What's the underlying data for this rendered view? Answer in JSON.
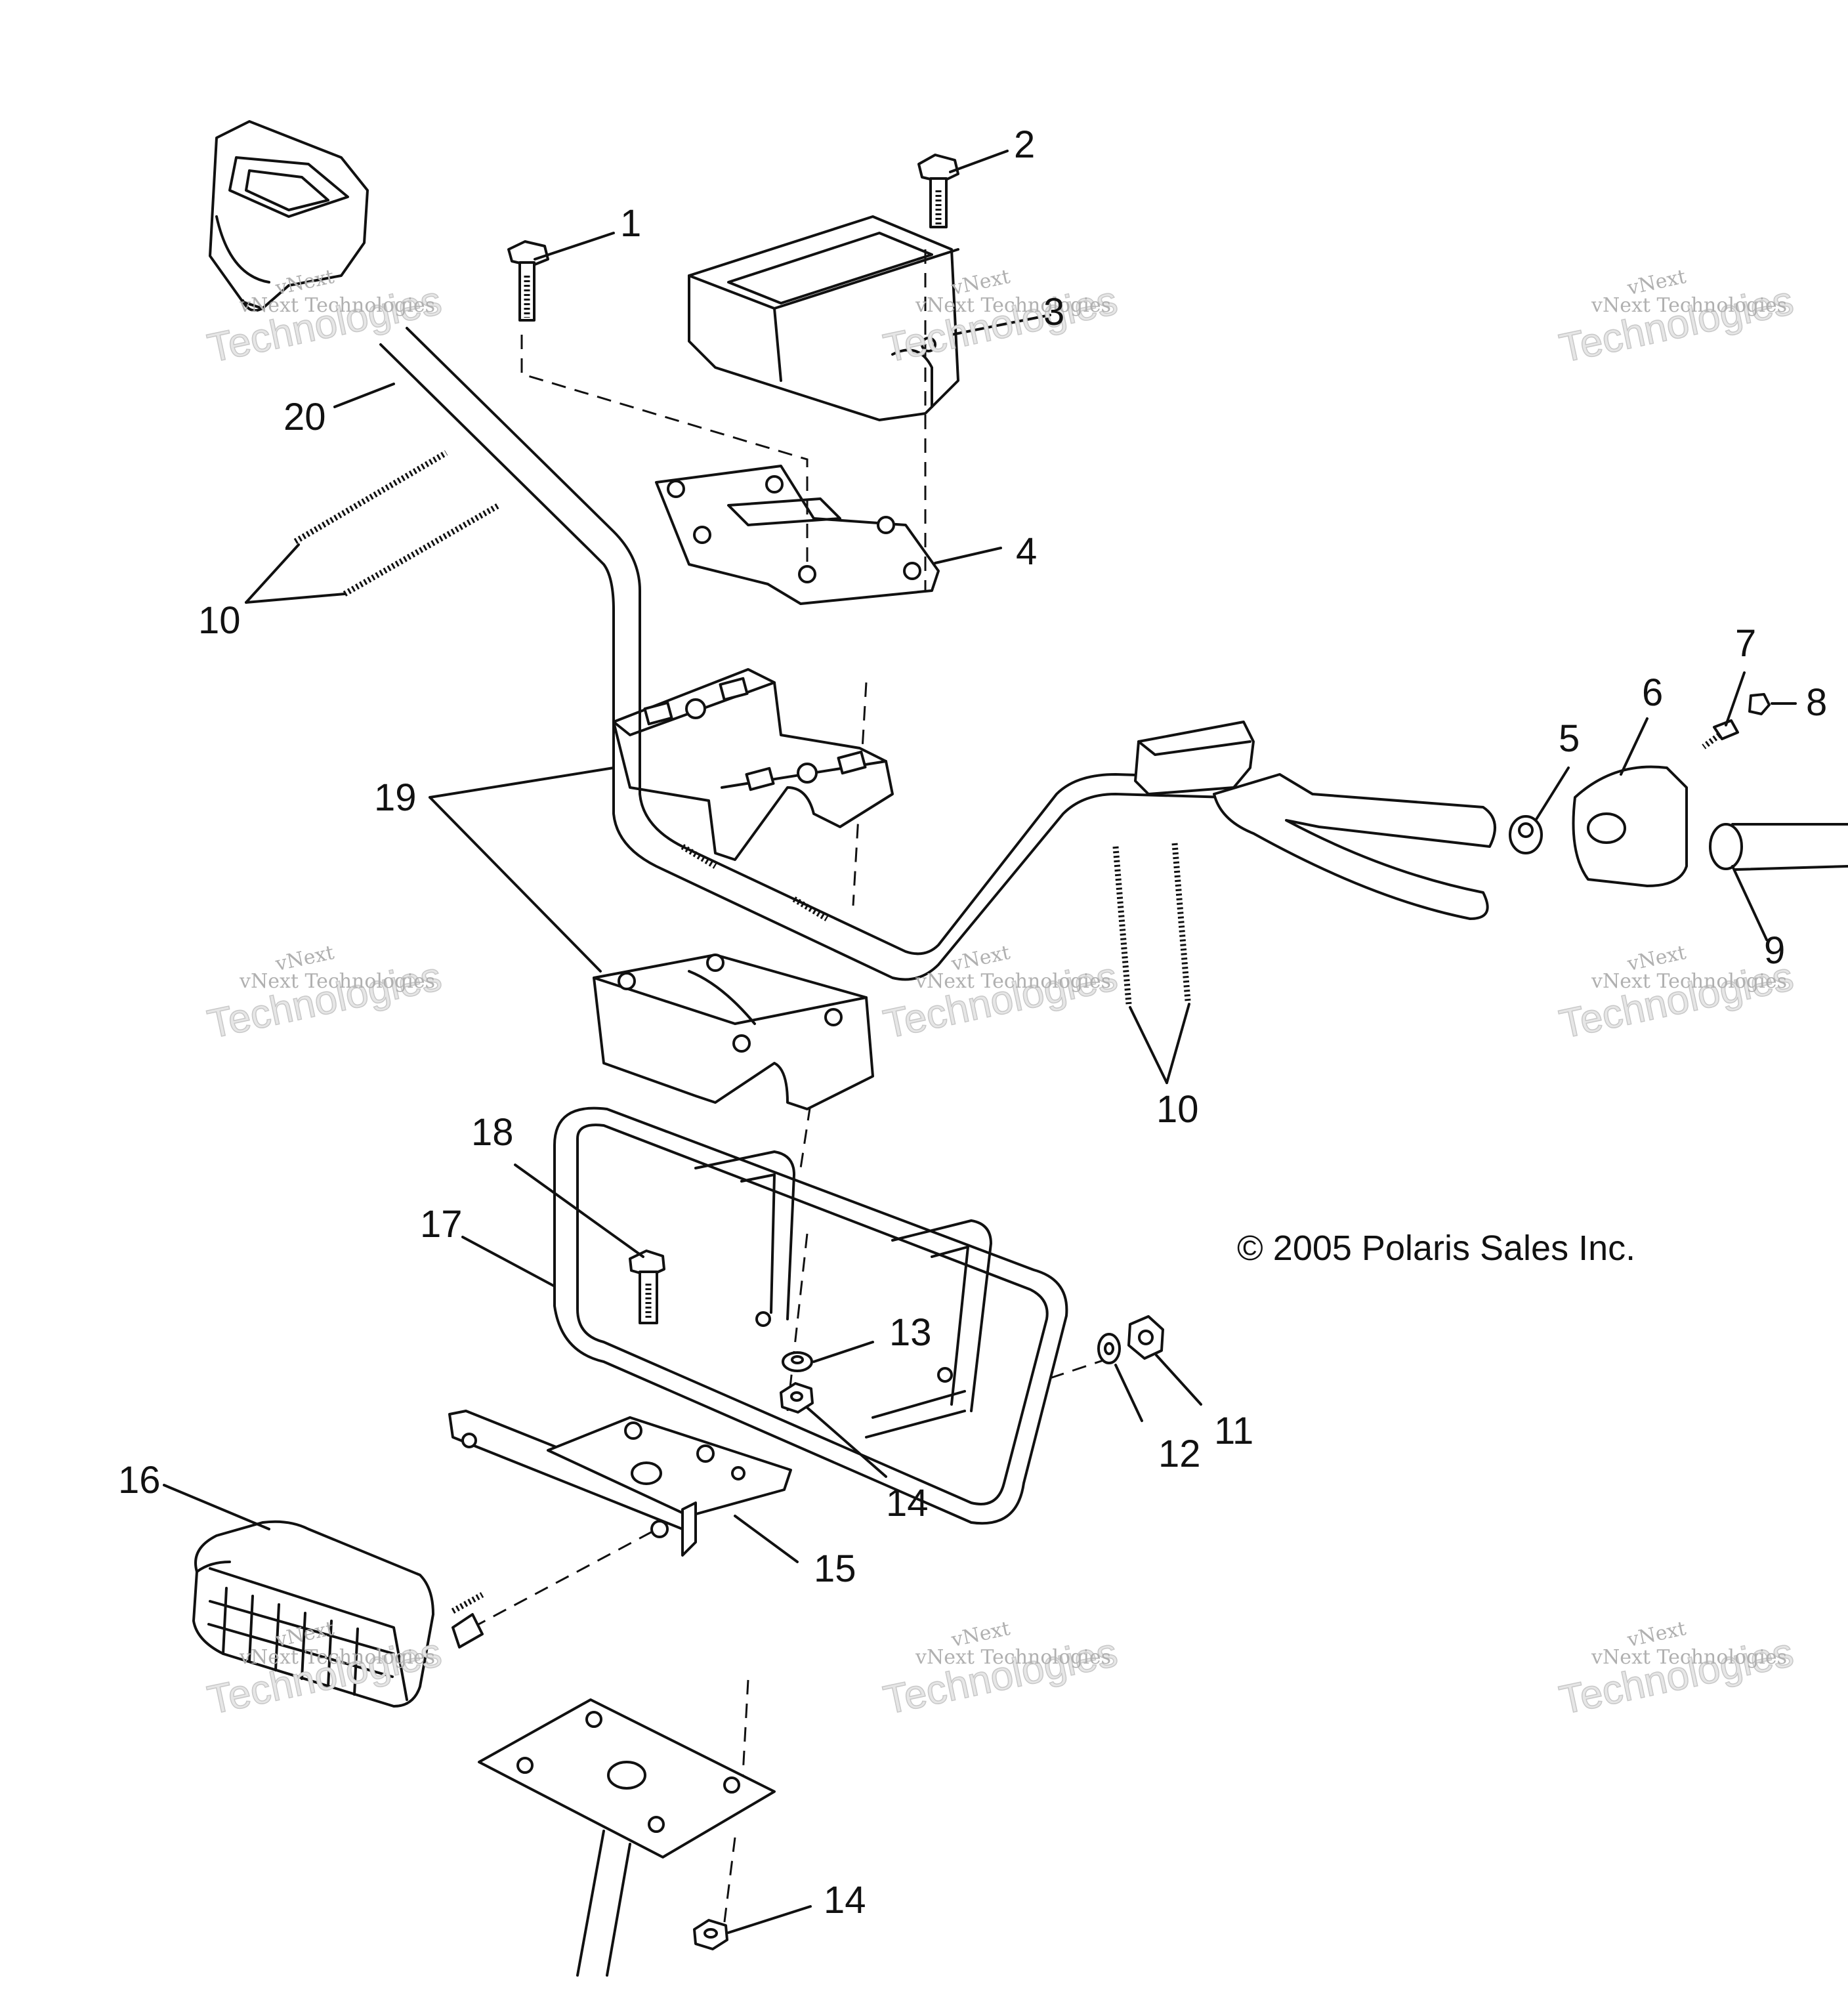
{
  "callouts": [
    {
      "id": "1",
      "label": "1"
    },
    {
      "id": "2",
      "label": "2"
    },
    {
      "id": "3",
      "label": "3"
    },
    {
      "id": "4",
      "label": "4"
    },
    {
      "id": "5",
      "label": "5"
    },
    {
      "id": "6",
      "label": "6"
    },
    {
      "id": "7",
      "label": "7"
    },
    {
      "id": "8",
      "label": "8"
    },
    {
      "id": "9",
      "label": "9"
    },
    {
      "id": "10a",
      "label": "10"
    },
    {
      "id": "10b",
      "label": "10"
    },
    {
      "id": "11",
      "label": "11"
    },
    {
      "id": "12",
      "label": "12"
    },
    {
      "id": "13",
      "label": "13"
    },
    {
      "id": "14a",
      "label": "14"
    },
    {
      "id": "14b",
      "label": "14"
    },
    {
      "id": "15",
      "label": "15"
    },
    {
      "id": "16",
      "label": "16"
    },
    {
      "id": "17",
      "label": "17"
    },
    {
      "id": "18",
      "label": "18"
    },
    {
      "id": "19",
      "label": "19"
    },
    {
      "id": "20",
      "label": "20"
    }
  ],
  "copyright": "© 2005 Polaris Sales Inc.",
  "watermark": {
    "small": "vNext Technologies",
    "big": "Technologies",
    "top": "vNext"
  }
}
